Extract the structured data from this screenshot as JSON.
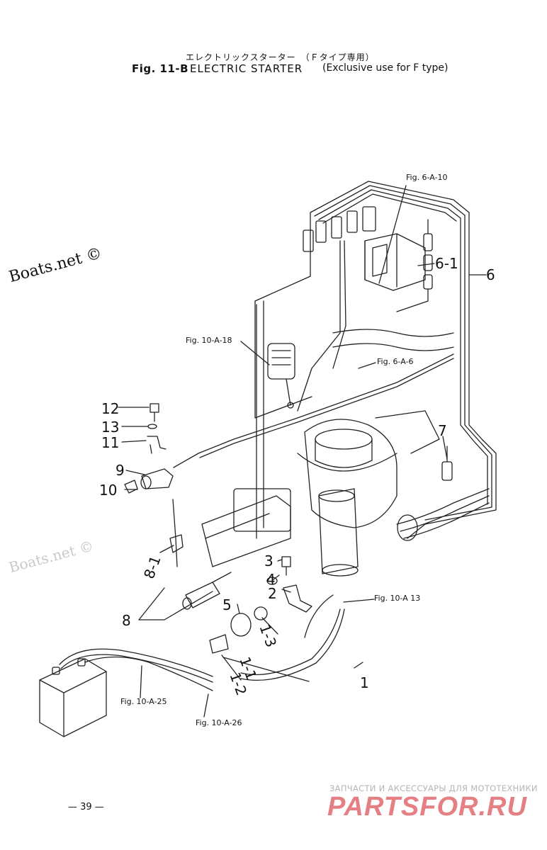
{
  "header": {
    "jp_title": "エレクトリックスターター　（Ｆタイプ専用）",
    "fig_label": "Fig. 11-B",
    "title": "ELECTRIC STARTER",
    "subtitle": "(Exclusive use for F type)"
  },
  "references": {
    "r1": "Fig. 6-A-10",
    "r2": "Fig. 10-A-18",
    "r3": "Fig. 6-A-6",
    "r4": "Fig. 10-A 13",
    "r5": "Fig. 10-A-25",
    "r6": "Fig. 10-A-26"
  },
  "callouts": {
    "c1": "1",
    "c2": "2",
    "c3": "3",
    "c4": "4",
    "c5": "5",
    "c6": "6",
    "c6_1": "6-1",
    "c7": "7",
    "c8": "8",
    "c8_1": "8-1",
    "c9": "9",
    "c10": "10",
    "c11": "11",
    "c12": "12",
    "c13": "13",
    "c1_1": "1-1",
    "c1_2": "1-2",
    "c1_3": "1-3"
  },
  "watermarks": {
    "main": "Boats.net ©",
    "faint": "Boats.net ©"
  },
  "page_number": "— 39 —",
  "footer_ad": {
    "line": "ЗАПЧАСТИ И АКСЕССУАРЫ ДЛЯ МОТОТЕХНИКИ",
    "logo": "PARTSFOR.RU"
  }
}
